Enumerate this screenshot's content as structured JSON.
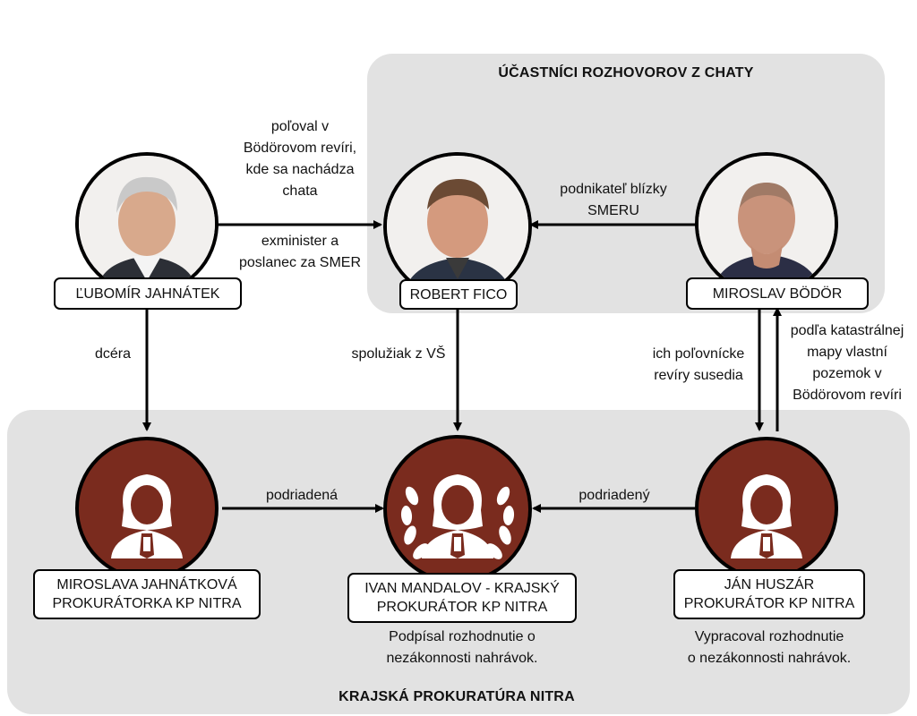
{
  "panels": {
    "chat_title": "ÚČASTNÍCI ROZHOVOROV Z CHATY",
    "office_title": "KRAJSKÁ PROKURATÚRA NITRA"
  },
  "people": {
    "jahnatek": "ĽUBOMÍR JAHNÁTEK",
    "fico": "ROBERT FICO",
    "bodor": "MIROSLAV BÖDÖR",
    "jahnatkova_line1": "MIROSLAVA JAHNÁTKOVÁ",
    "jahnatkova_line2": "PROKURÁTORKA KP NITRA",
    "mandalov_line1": "IVAN MANDALOV - KRAJSKÝ",
    "mandalov_line2": "PROKURÁTOR KP NITRA",
    "huszar_line1": "JÁN HUSZÁR",
    "huszar_line2": "PROKURÁTOR KP NITRA"
  },
  "relations": {
    "hunted": "poľoval v\nBödörovom revíri,\nkde sa nachádza\nchata",
    "exminister": "exminister a\nposlanec za SMER",
    "businessman": "podnikateľ blízky\nSMERU",
    "daughter": "dcéra",
    "classmate": "spolužiak z VŠ",
    "neighbors": "ich poľovnícke\nrevíry susedia",
    "cadastre": "podľa katastrálnej\nmapy vlastní\npozemok v\nBödörovom revíri",
    "subordinate_f": "podriadená",
    "subordinate_m": "podriadený"
  },
  "notes": {
    "mandalov": "Podpísal rozhodnutie o\nnezákonnosti nahrávok.",
    "huszar": "Vypracoval rozhodnutie\no nezákonnosti nahrávok."
  },
  "colors": {
    "panel": "#e2e2e2",
    "prosecutor_circle": "#7a2b1e",
    "line": "#000000"
  },
  "icons": {
    "prosecutor": "judge-wig-icon",
    "laurel": "laurel-wreath-icon"
  }
}
